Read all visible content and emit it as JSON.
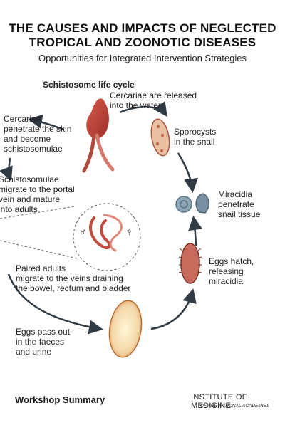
{
  "cover": {
    "title_line1": "THE CAUSES AND IMPACTS OF NEGLECTED",
    "title_line2": "TROPICAL AND ZOONOTIC DISEASES",
    "subtitle": "Opportunities for Integrated Intervention Strategies"
  },
  "diagram": {
    "title": "Schistosome life cycle",
    "labels": {
      "cercariae_released_1": "Cercariae are released",
      "cercariae_released_2": "into the water",
      "sporocysts_1": "Sporocysts",
      "sporocysts_2": "in the snail",
      "penetrate_1": "Cercariae",
      "penetrate_2": "penetrate the skin",
      "penetrate_3": "and become",
      "penetrate_4": "schistosomulae",
      "migrate_1": "Schistosomulae",
      "migrate_2": "migrate to the portal",
      "migrate_3": "vein and mature",
      "migrate_4": "into adults",
      "miracidia_1": "Miracidia",
      "miracidia_2": "penetrate",
      "miracidia_3": "snail tissue",
      "paired_1": "Paired adults",
      "paired_2": "migrate to the veins draining",
      "paired_3": "the bowel, rectum and bladder",
      "hatch_1": "Eggs hatch,",
      "hatch_2": "releasing",
      "hatch_3": "miracidia",
      "eggs_1": "Eggs pass out",
      "eggs_2": "in the faeces",
      "eggs_3": "and urine",
      "male_symbol": "♂",
      "female_symbol": "♀"
    }
  },
  "footer": {
    "left": "Workshop Summary",
    "publisher": "INSTITUTE OF MEDICINE",
    "publisher_sub": "OF THE NATIONAL ACADEMIES"
  },
  "colors": {
    "arrow": "#2f3a44",
    "worm": "#c8463b",
    "snail": "#7d97a8",
    "egg": "#e9b98c"
  }
}
